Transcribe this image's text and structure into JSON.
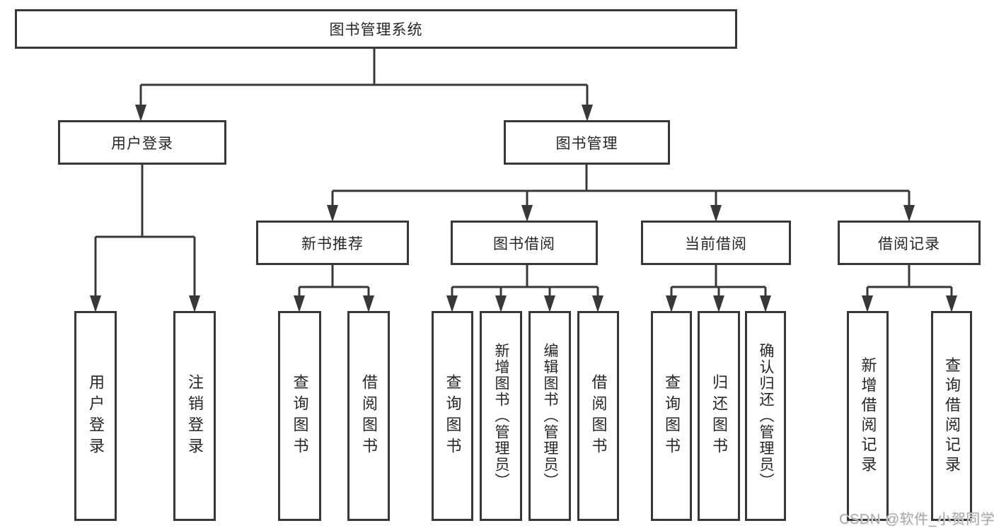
{
  "tree": {
    "label": "图书管理系统",
    "children": [
      {
        "label": "用户登录",
        "children": [
          {
            "label": "用户登录"
          },
          {
            "label": "注销登录"
          }
        ]
      },
      {
        "label": "图书管理",
        "children": [
          {
            "label": "新书推荐",
            "children": [
              {
                "label": "查询图书"
              },
              {
                "label": "借阅图书"
              }
            ]
          },
          {
            "label": "图书借阅",
            "children": [
              {
                "label": "查询图书"
              },
              {
                "label": "新增图书（管理员）"
              },
              {
                "label": "编辑图书（管理员）"
              },
              {
                "label": "借阅图书"
              }
            ]
          },
          {
            "label": "当前借阅",
            "children": [
              {
                "label": "查询图书"
              },
              {
                "label": "归还图书"
              },
              {
                "label": "确认归还（管理员）"
              }
            ]
          },
          {
            "label": "借阅记录",
            "children": [
              {
                "label": "新增借阅记录"
              },
              {
                "label": "查询借阅记录"
              }
            ]
          }
        ]
      }
    ]
  },
  "watermark": {
    "text": "CSDN @软件_小贺同学"
  },
  "colors": {
    "line": "#383838",
    "box_border": "#383838",
    "text": "#262626",
    "watermark": "#ababab",
    "background": "#ffffff"
  }
}
